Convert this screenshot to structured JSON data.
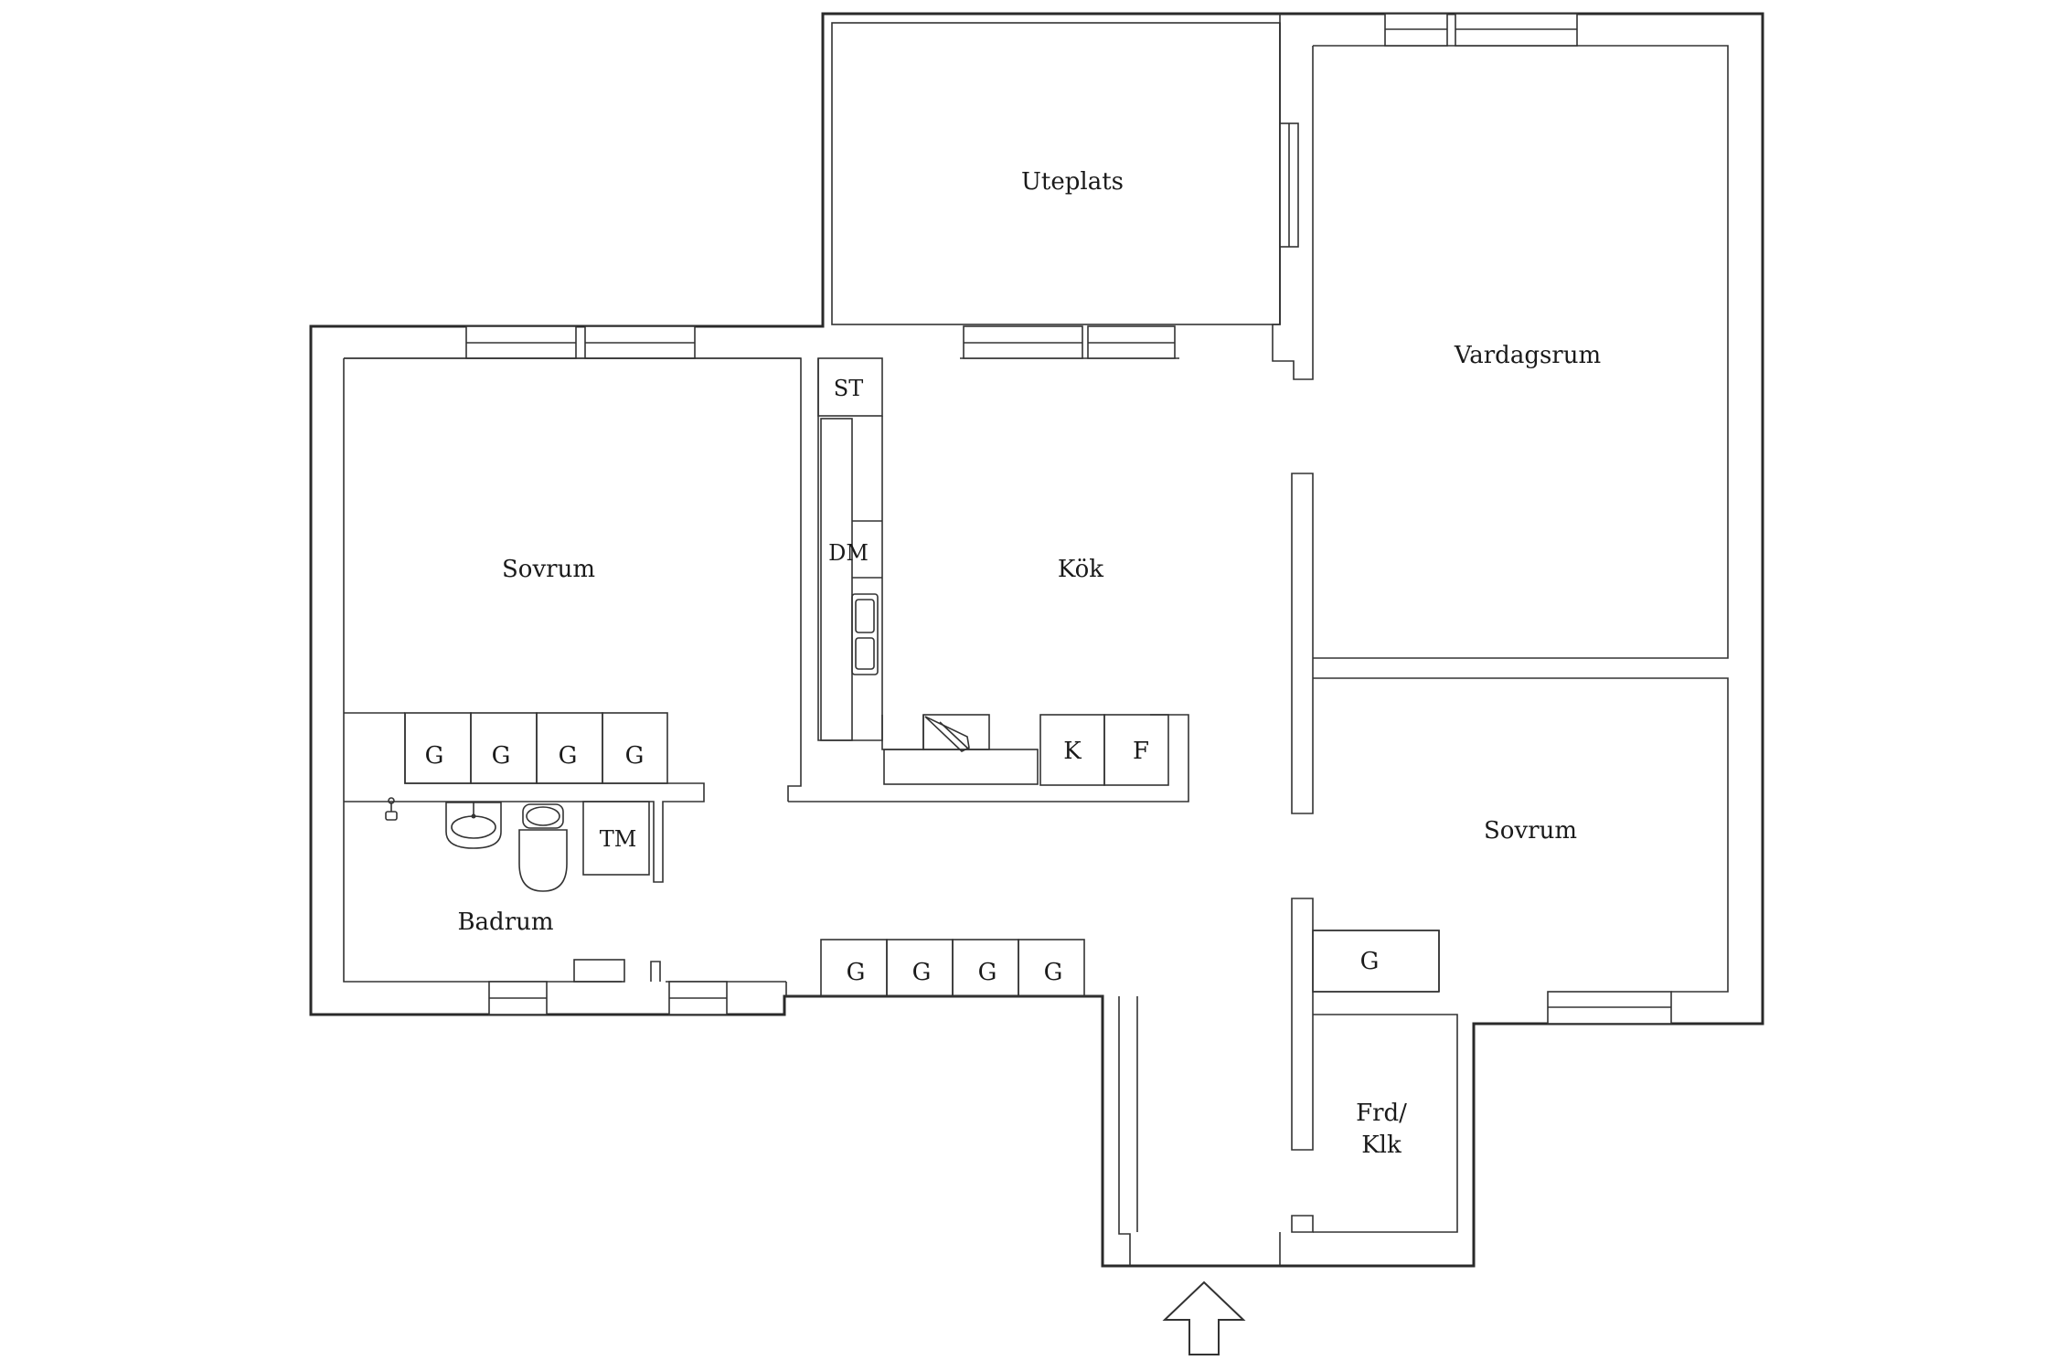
{
  "rooms": {
    "uteplats": "Uteplats",
    "vardagsrum": "Vardagsrum",
    "sovrum_left": "Sovrum",
    "kok": "Kök",
    "sovrum_right": "Sovrum",
    "badrum": "Badrum",
    "frd_line1": "Frd/",
    "frd_line2": "Klk"
  },
  "fixtures": {
    "st": "ST",
    "dm": "DM",
    "tm": "TM",
    "k": "K",
    "f": "F",
    "g": "G"
  },
  "icons": {
    "entrance": "entrance-arrow-icon",
    "sink": "sink-icon",
    "toilet": "toilet-icon",
    "kitchen_sink": "kitchen-sink-icon",
    "stove": "stove-icon",
    "tap": "tap-icon"
  }
}
